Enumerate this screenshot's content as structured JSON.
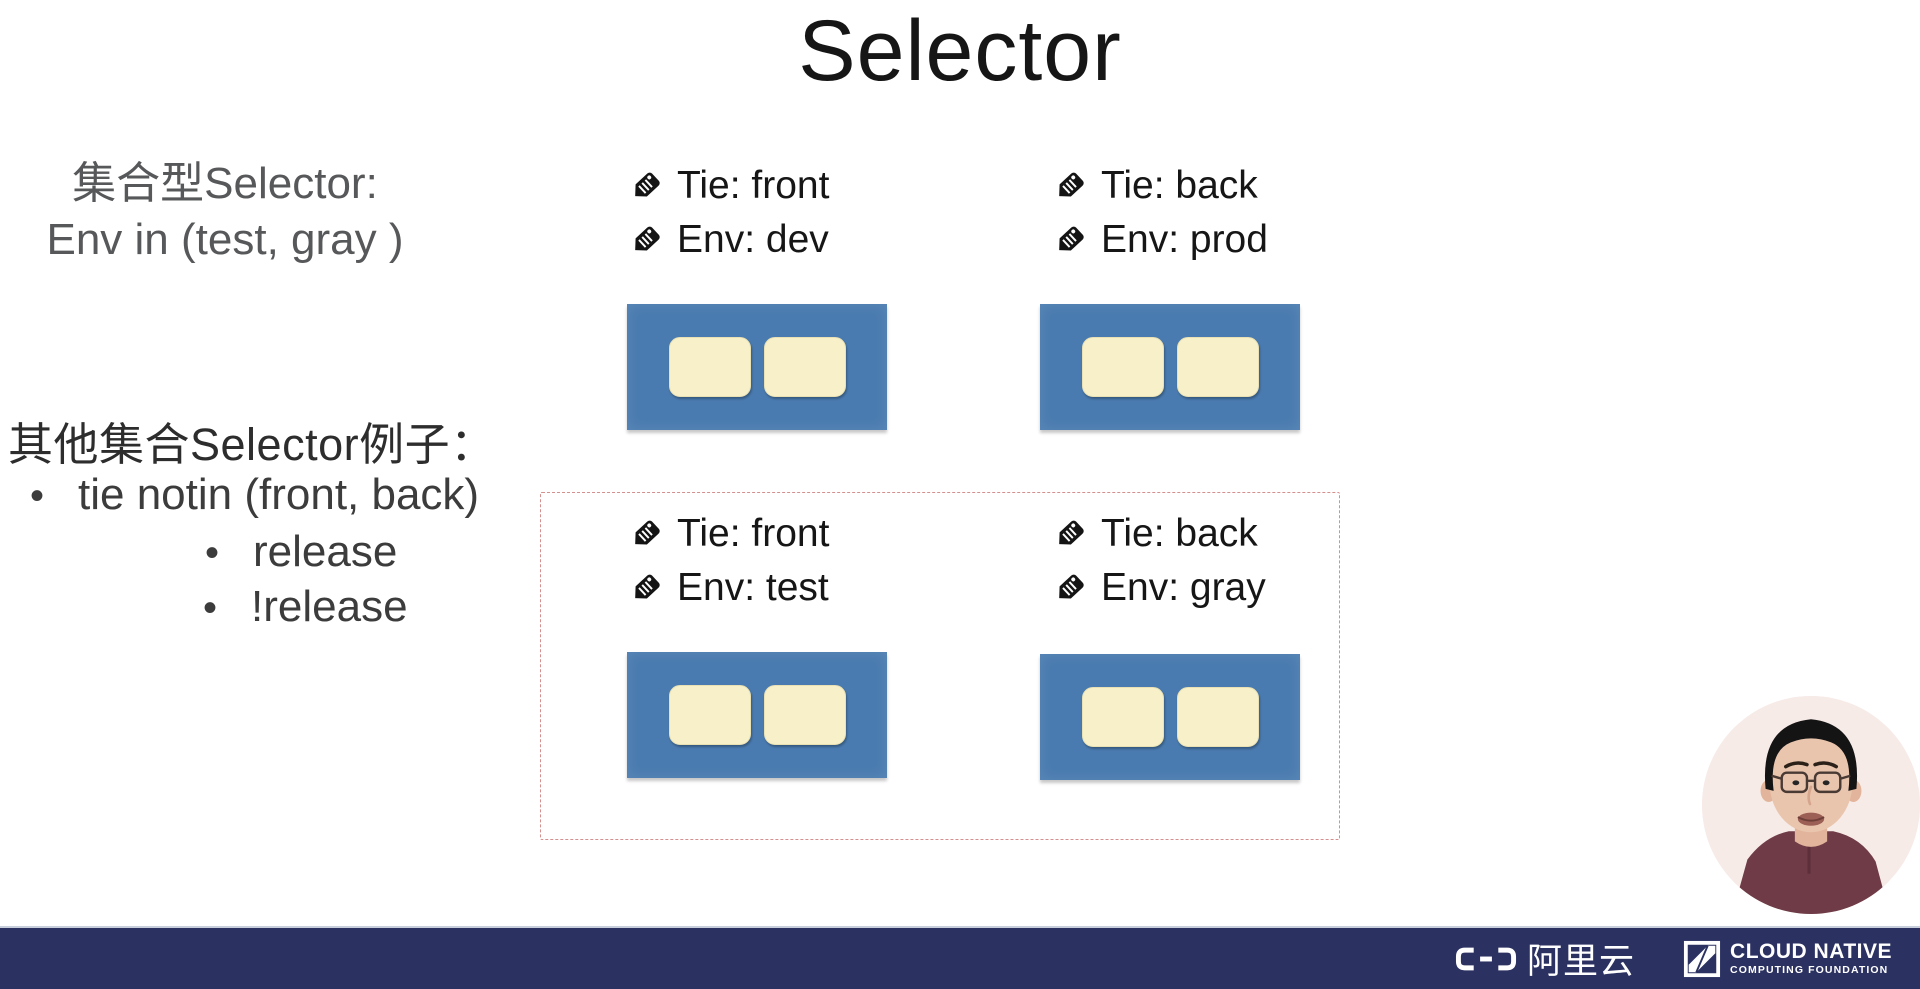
{
  "slide": {
    "title": "Selector"
  },
  "left_panel": {
    "block1": {
      "line1": "集合型Selector:",
      "line2": "Env in (test, gray )"
    },
    "block2": {
      "heading": "其他集合Selector例子：",
      "bullet_char": "•",
      "bullets": [
        "tie notin (front, back)",
        "release",
        "!release"
      ]
    }
  },
  "pods": [
    {
      "position": "top-left",
      "labels": [
        "Tie: front",
        "Env: dev"
      ],
      "selected": false
    },
    {
      "position": "top-right",
      "labels": [
        "Tie: back",
        "Env: prod"
      ],
      "selected": false
    },
    {
      "position": "bottom-left",
      "labels": [
        "Tie: front",
        "Env: test"
      ],
      "selected": true
    },
    {
      "position": "bottom-right",
      "labels": [
        "Tie: back",
        "Env: gray"
      ],
      "selected": true
    }
  ],
  "selection": {
    "style": "dashed",
    "contains": [
      "bottom-left",
      "bottom-right"
    ]
  },
  "footer": {
    "alibaba_label": "阿里云",
    "cncf_line1": "CLOUD NATIVE",
    "cncf_line2": "COMPUTING FOUNDATION"
  },
  "icons": {
    "label_icon": "tag-icon",
    "left_logo": "alibaba-cloud-logo",
    "right_logo": "cncf-logo"
  },
  "colors": {
    "pod_blue": "#4a7bb0",
    "container_cream": "#f7f0c8",
    "selection_dash_pink": "#d48f8f",
    "footer_navy": "#2b3161",
    "muted_text_gray": "#57585a"
  }
}
